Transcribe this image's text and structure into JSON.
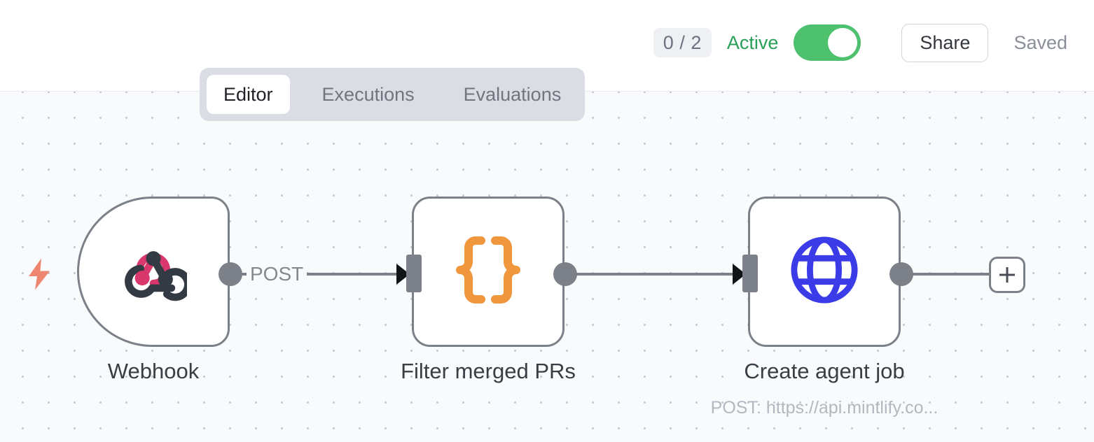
{
  "header": {
    "count_badge": "0 / 2",
    "active_label": "Active",
    "toggle_state": "on",
    "share_label": "Share",
    "saved_label": "Saved",
    "accent_green": "#4ec16e",
    "active_text_color": "#29a05a"
  },
  "tabs": [
    {
      "label": "Editor",
      "active": true
    },
    {
      "label": "Executions",
      "active": false
    },
    {
      "label": "Evaluations",
      "active": false
    }
  ],
  "canvas": {
    "background": "#f9fafc",
    "dot_color": "#c7cad2",
    "trigger_bolt_icon": "lightning-bolt-icon",
    "trigger_bolt_color": "#ef8671",
    "add_node_icon": "plus-icon"
  },
  "nodes": [
    {
      "id": "webhook",
      "label": "Webhook",
      "subtitle": "",
      "icon": "webhook-icon",
      "icon_colors": [
        "#d8386b",
        "#343a44"
      ],
      "shape": "trigger"
    },
    {
      "id": "filter",
      "label": "Filter merged PRs",
      "subtitle": "",
      "icon": "curly-braces-icon",
      "icon_colors": [
        "#f0973d"
      ],
      "shape": "square"
    },
    {
      "id": "http",
      "label": "Create agent job",
      "subtitle": "POST: https://api.mintlify.co...",
      "icon": "globe-icon",
      "icon_colors": [
        "#3b3ce8"
      ],
      "shape": "square"
    }
  ],
  "edges": [
    {
      "from": "webhook",
      "to": "filter",
      "label": "POST"
    },
    {
      "from": "filter",
      "to": "http",
      "label": ""
    },
    {
      "from": "http",
      "to": "add",
      "label": ""
    }
  ]
}
